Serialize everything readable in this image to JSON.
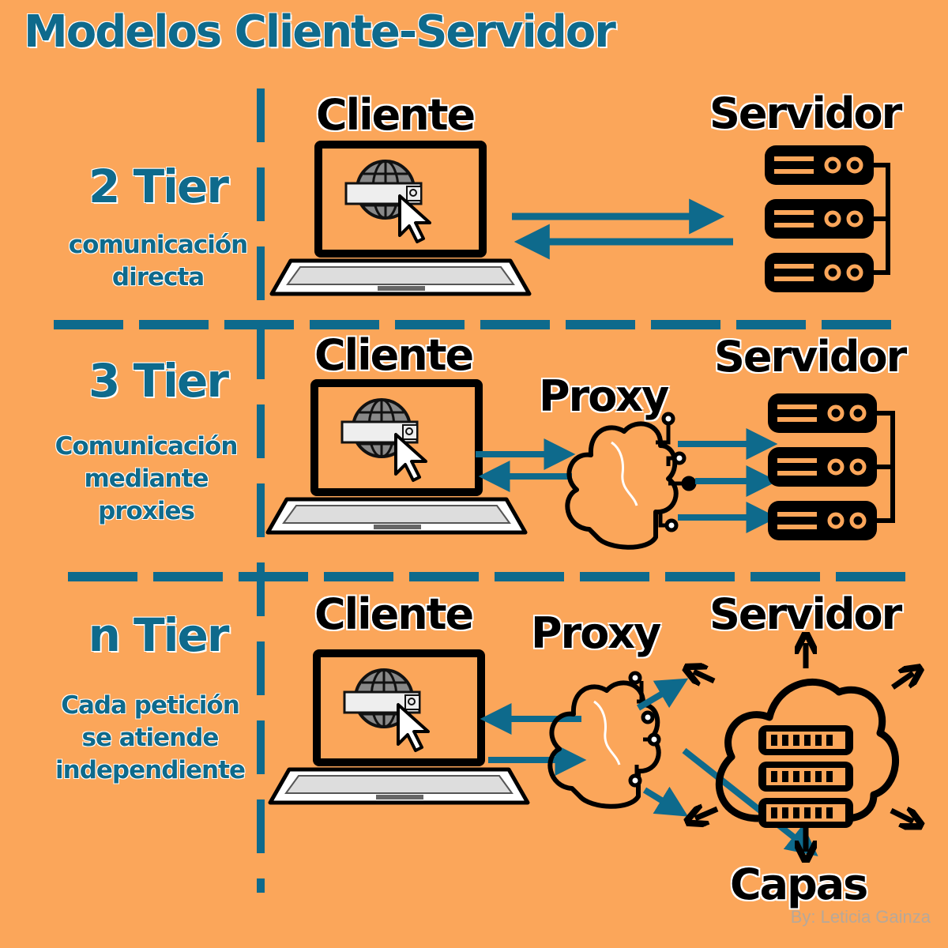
{
  "title": "Modelos Cliente-Servidor",
  "tiers": [
    {
      "name": "2 Tier",
      "description": [
        "comunicación",
        "directa"
      ]
    },
    {
      "name": "3 Tier",
      "description": [
        "Comunicación",
        "mediante",
        "proxies"
      ]
    },
    {
      "name": "n Tier",
      "description": [
        "Cada petición",
        "se atiende",
        "independiente"
      ]
    }
  ],
  "labels": {
    "client": "Cliente",
    "server": "Servidor",
    "proxy": "Proxy",
    "layers": "Capas"
  },
  "credit": "By: Leticia Gainza",
  "colors": {
    "background": "#FBA65A",
    "accent": "#0E6A8C",
    "ink": "#000000"
  },
  "icons": [
    "laptop-browser-icon",
    "server-rack-icon",
    "cloud-proxy-icon",
    "cloud-server-icon",
    "arrow-icon"
  ]
}
